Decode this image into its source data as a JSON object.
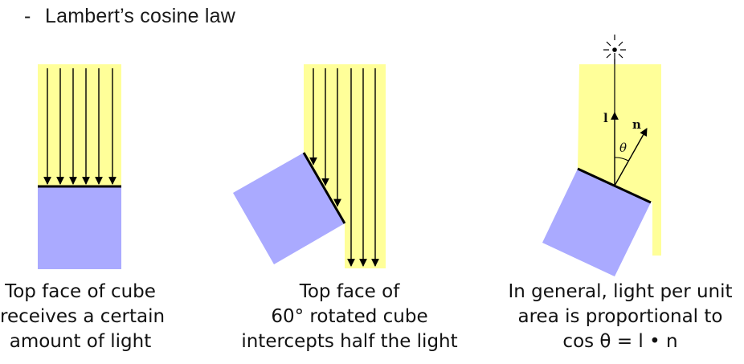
{
  "heading": {
    "bullet": "-",
    "text": "Lambert’s cosine law"
  },
  "colors": {
    "light": "#ffff99",
    "cube": "#aaaaff",
    "line": "#000000"
  },
  "panels": [
    {
      "caption": [
        "Top face of cube",
        "receives a certain",
        "amount of light"
      ]
    },
    {
      "caption": [
        "Top face of",
        "60° rotated cube",
        "intercepts half the light"
      ]
    },
    {
      "caption": [
        "In general, light per unit",
        "area is proportional to",
        "cos θ = l • n"
      ],
      "labels": {
        "l": "l",
        "n": "n",
        "theta": "θ"
      }
    }
  ]
}
